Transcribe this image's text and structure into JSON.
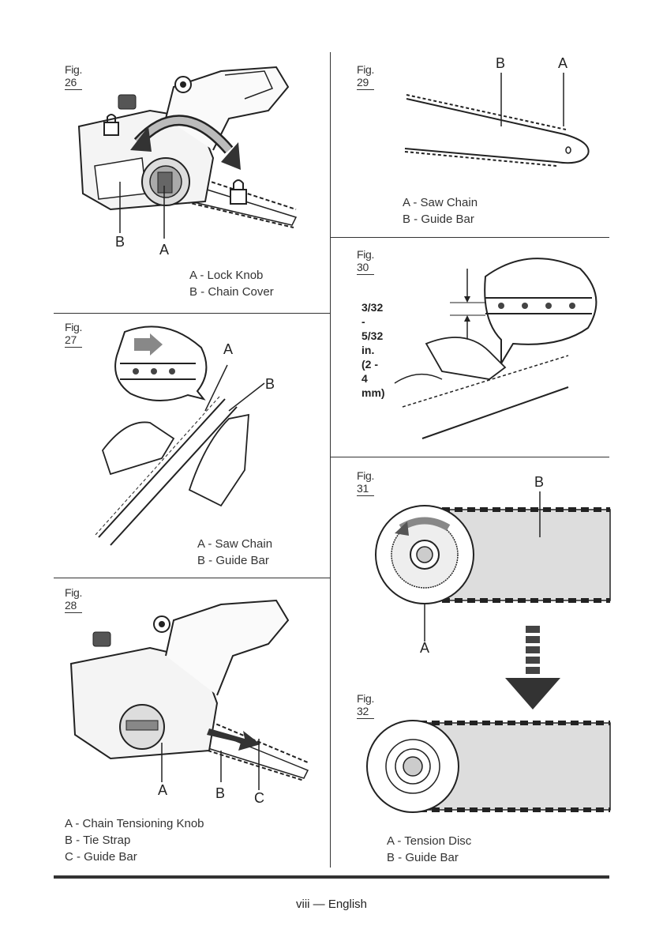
{
  "fig26": {
    "label": "Fig. 26",
    "callout_a": "A",
    "callout_b": "B",
    "legend": [
      "A - Lock Knob",
      "B - Chain Cover"
    ]
  },
  "fig27": {
    "label": "Fig. 27",
    "callout_a": "A",
    "callout_b": "B",
    "legend": [
      "A - Saw Chain",
      "B - Guide Bar"
    ]
  },
  "fig28": {
    "label": "Fig. 28",
    "callout_a": "A",
    "callout_b": "B",
    "callout_c": "C",
    "legend": [
      "A -  Chain Tensioning Knob",
      "B -  Tie Strap",
      "C - Guide Bar"
    ]
  },
  "fig29": {
    "label": "Fig. 29",
    "callout_a": "A",
    "callout_b": "B",
    "legend": [
      "A - Saw Chain",
      "B - Guide Bar"
    ]
  },
  "fig30": {
    "label": "Fig. 30",
    "dimension_line1": "3/32 - 5/32 in.",
    "dimension_line2": "(2 - 4 mm)"
  },
  "fig31": {
    "label": "Fig. 31",
    "callout_a": "A",
    "callout_b": "B"
  },
  "fig32": {
    "label": "Fig. 32",
    "legend": [
      "A - Tension Disc",
      "B - Guide Bar"
    ]
  },
  "footer": {
    "page": "viii — English"
  }
}
